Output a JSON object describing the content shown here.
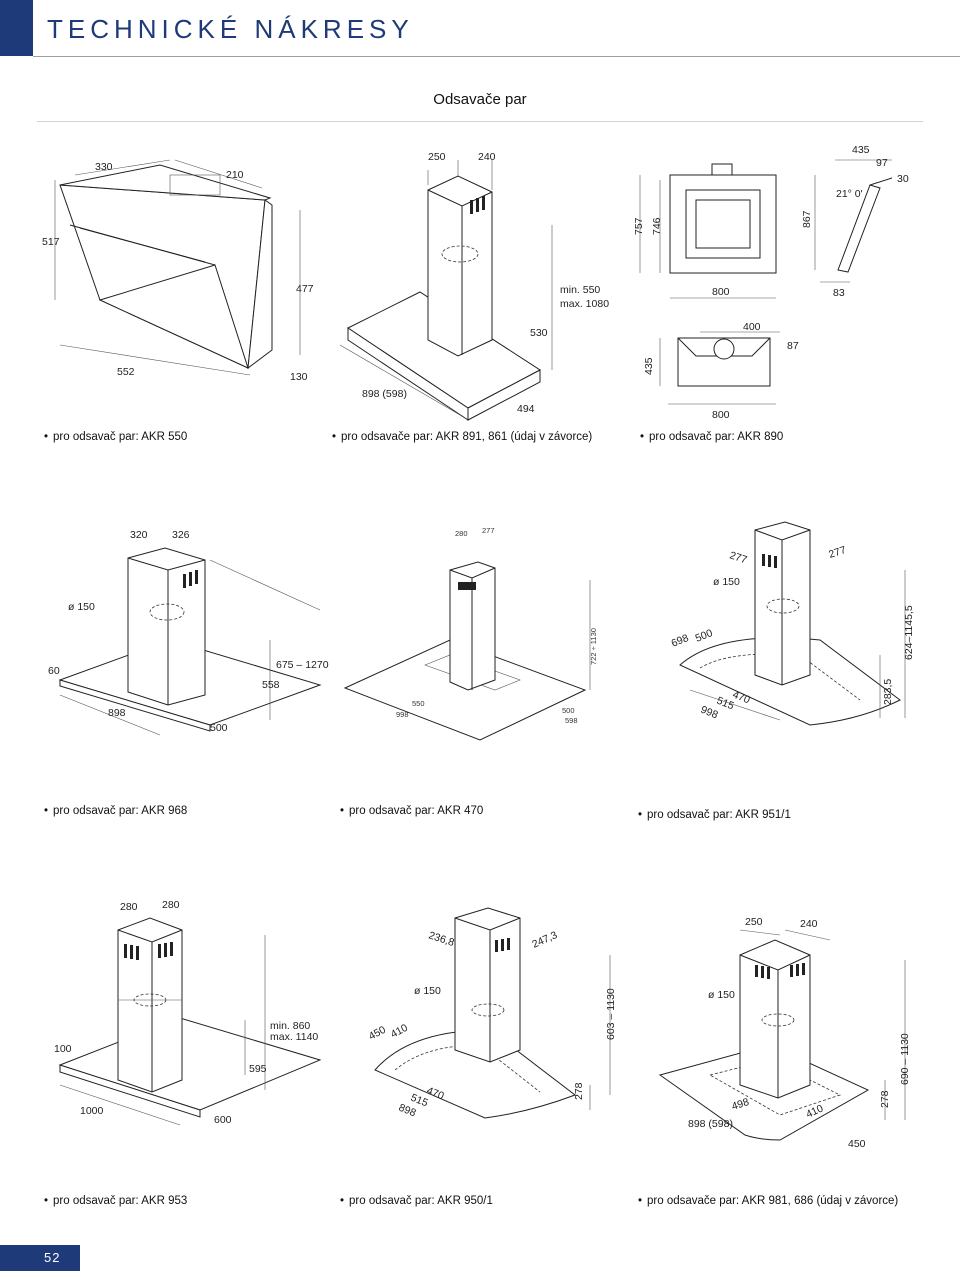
{
  "header": {
    "title": "TECHNICKÉ NÁKRESY"
  },
  "section": {
    "title": "Odsavače par"
  },
  "page_number": "52",
  "captions": {
    "c1": "pro odsavač par: AKR 550",
    "c2": "pro odsavače par: AKR 891, 861 (údaj v závorce)",
    "c3": "pro odsavač par: AKR 890",
    "c4": "pro odsavač par: AKR 968",
    "c5": "pro odsavač par: AKR 470",
    "c6": "pro odsavač par: AKR 951/1",
    "c7": "pro odsavač par: AKR 953",
    "c8": "pro odsavač par: AKR 950/1",
    "c9": "pro odsavače par: AKR 981, 686 (údaj v závorce)"
  },
  "dims": {
    "d1": {
      "a": "330",
      "b": "210",
      "c": "517",
      "d": "477",
      "e": "552",
      "f": "130"
    },
    "d2": {
      "a": "250",
      "b": "240",
      "c": "min. 550",
      "d": "max. 1080",
      "e": "530",
      "f": "898 (598)",
      "g": "494"
    },
    "d3": {
      "a": "757",
      "b": "746",
      "c": "800",
      "d": "400",
      "e": "87",
      "f": "435",
      "g": "800",
      "h": "867",
      "i": "435",
      "j": "97",
      "k": "30",
      "l": "21° 0'",
      "m": "83"
    },
    "d4": {
      "a": "320",
      "b": "326",
      "c": "ø 150",
      "d": "60",
      "e": "675 – 1270",
      "f": "558",
      "g": "898",
      "h": "500"
    },
    "d5": {
      "a": "280",
      "b": "277",
      "c": "722 ÷ 1130",
      "d": "550",
      "e": "998",
      "f": "500",
      "g": "598"
    },
    "d6": {
      "a": "277",
      "b": "277",
      "c": "ø 150",
      "d": "698",
      "e": "500",
      "f": "624–1145,5",
      "g": "470",
      "h": "515",
      "i": "998",
      "j": "283,5"
    },
    "d7": {
      "a": "280",
      "b": "280",
      "c": "100",
      "d": "min. 860",
      "e": "max. 1140",
      "f": "595",
      "g": "1000",
      "h": "600"
    },
    "d8": {
      "a": "236,8",
      "b": "247,3",
      "c": "ø 150",
      "d": "603 – 1130",
      "e": "450",
      "f": "410",
      "g": "470",
      "h": "515",
      "i": "898",
      "j": "278"
    },
    "d9": {
      "a": "250",
      "b": "240",
      "c": "ø 150",
      "d": "690 – 1130",
      "e": "278",
      "f": "498",
      "g": "410",
      "h": "898 (598)",
      "i": "450"
    }
  }
}
